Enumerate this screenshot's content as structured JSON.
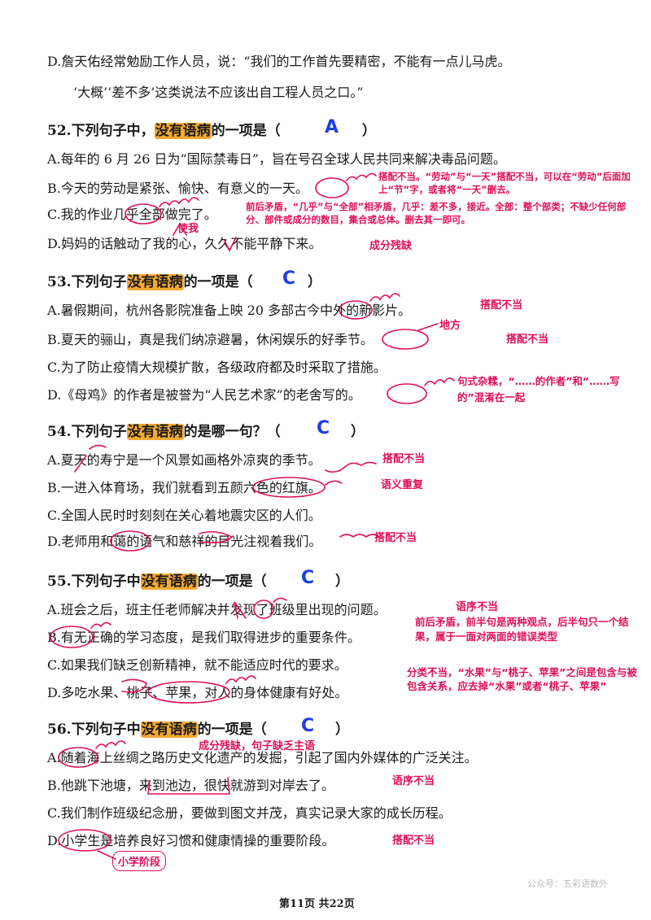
{
  "top": {
    "d_line1": "D.詹天佑经常勉励工作人员，说：“我们的工作首先要精密，不能有一点儿马虎。",
    "d_line2": "‘大概’‘差不多’这类说法不应该出自工程人员之口。”"
  },
  "q52": {
    "prefix": "52.下列句子中，",
    "highlight": "没有语病",
    "suffix": "的一项是（",
    "close": "）",
    "answer": "A",
    "options": [
      "A.每年的 6 月 26 日为“国际禁毒日”，旨在号召全球人民共同来解决毒品问题。",
      "B.今天的劳动是紧张、愉快、有意义的一天。",
      "C.我的作业几乎全部做完了。",
      "D.妈妈的话触动了我的心，久久不能平静下来。"
    ],
    "notes": {
      "b": "搭配不当。“劳动”与“一天”搭配不当，可以在“劳动”后面加上“节”字，或者将“一天”删去。",
      "c": "前后矛盾，“几乎”与“全部”相矛盾，几乎：差不多，接近。全部：整个部类；不缺少任何部分、部件或成分的数目，集合或总体。删去其一即可。",
      "c_insert": "使我",
      "d": "成分残缺"
    }
  },
  "q53": {
    "prefix": "53.下列句子",
    "highlight": "没有语病",
    "suffix": "的一项是（",
    "close": "）",
    "answer": "C",
    "options": [
      "A.暑假期间，杭州各影院准备上映 20 多部古今中外的新影片。",
      "B.夏天的骊山，真是我们纳凉避暑，休闲娱乐的好季节。",
      "C.为了防止疫情大规模扩散，各级政府都及时采取了措施。",
      "D.《母鸡》的作者是被誉为“人民艺术家”的老舍写的。"
    ],
    "notes": {
      "a": "搭配不当",
      "b_insert": "地方",
      "b": "搭配不当",
      "d": "句式杂糅，“……的作者”和“……写的”混淆在一起"
    }
  },
  "q54": {
    "prefix": "54.下列句子",
    "highlight": "没有语病",
    "suffix": "的是哪一句？（",
    "close": "）",
    "answer": "C",
    "options": [
      "A.夏天的寿宁是一个风景如画格外凉爽的季节。",
      "B.一进入体育场，我们就看到五颜六色的红旗。",
      "C.全国人民时时刻刻在关心着地震灾区的人们。",
      "D.老师用和蔼的语气和慈祥的目光注视着我们。"
    ],
    "notes": {
      "a": "搭配不当",
      "b": "语义重复",
      "d": "搭配不当"
    }
  },
  "q55": {
    "prefix": "55.下列句子中",
    "highlight": "没有语病",
    "suffix": "的一项是（",
    "close": "）",
    "answer": "C",
    "options": [
      "A.班会之后，班主任老师解决并发现了班级里出现的问题。",
      "B.有无正确的学习态度，是我们取得进步的重要条件。",
      "C.如果我们缺乏创新精神，就不能适应时代的要求。",
      "D.多吃水果、桃子、苹果，对人的身体健康有好处。"
    ],
    "notes": {
      "a": "语序不当",
      "b": "前后矛盾，前半句是两种观点，后半句只一个结果，属于一面对两面的错误类型",
      "d": "分类不当，“水果”与“桃子、苹果”之间是包含与被包含关系，应去掉“水果”或者“桃子、苹果”"
    }
  },
  "q56": {
    "prefix": "56.下列句子中",
    "highlight": "没有语病",
    "suffix": "的一项是（",
    "close": "）",
    "answer": "C",
    "options": [
      "A.随着海上丝绸之路历史文化遗产的发掘，引起了国内外媒体的广泛关注。",
      "B.他跳下池塘，来到池边，很快就游到对岸去了。",
      "C.我们制作班级纪念册，要做到图文并茂，真实记录大家的成长历程。",
      "D.小学生是培养良好习惯和健康情操的重要阶段。"
    ],
    "notes": {
      "a": "成分残缺，句子缺乏主语",
      "b": "语序不当",
      "d": "搭配不当",
      "d_box": "小学阶段"
    }
  },
  "footer": {
    "page": "第11页 共22页",
    "watermark": "公众号：五彩语数外"
  },
  "colors": {
    "highlight": "#f4a932",
    "annotation": "#e0105a",
    "answer": "#1f3de0"
  }
}
